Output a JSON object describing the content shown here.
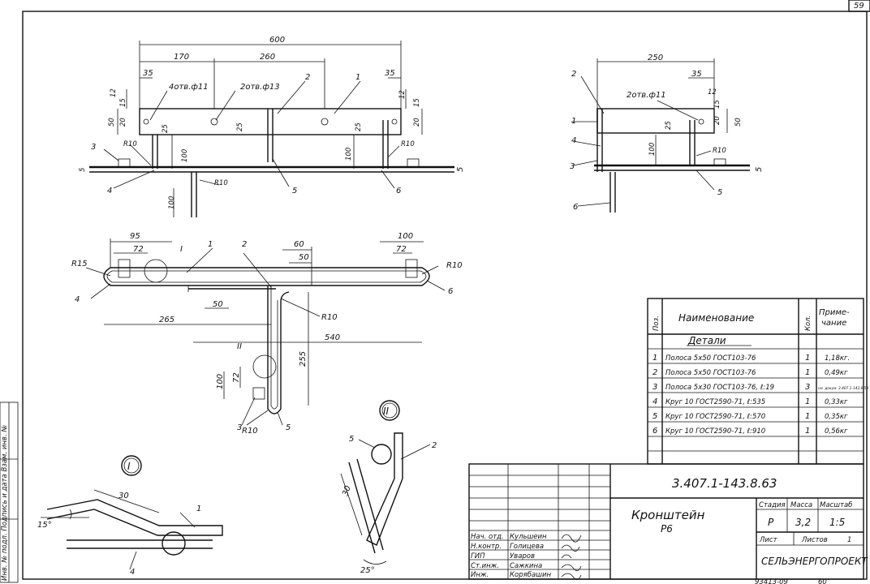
{
  "page_number": "59",
  "bottom_number": "93413-09",
  "bottom_page": "60",
  "side_stamp": "Инв. № подл.   Подпись и дата   Взам. инв. №",
  "top_view_left": {
    "dims": {
      "overall": "600",
      "left_span": "170",
      "mid_span": "260",
      "end_left": "35",
      "end_right": "35",
      "h12l": "12",
      "h15l": "15",
      "h50": "50",
      "h20l": "20",
      "h25a": "25",
      "h100": "100",
      "h25b": "25",
      "h25c": "25",
      "h100r": "100",
      "h12r": "12",
      "h15r": "15",
      "h20r": "20",
      "h5": "5",
      "h100low": "100"
    },
    "holes_a": "4отв.ф11",
    "holes_b": "2отв.ф13",
    "radii": {
      "r10a": "R10",
      "r10b": "R10",
      "r10c": "R10"
    },
    "callouts": [
      "1",
      "2",
      "3",
      "4",
      "5",
      "6"
    ],
    "section_mark": "5"
  },
  "top_view_right": {
    "dims": {
      "overall": "250",
      "end": "35",
      "h12": "12",
      "h15": "15",
      "h20": "20",
      "h50": "50",
      "h25": "25",
      "h100": "100",
      "h5": "5"
    },
    "holes": "2отв.ф11",
    "radius": "R10",
    "callouts": [
      "1",
      "2",
      "3",
      "4",
      "5",
      "6"
    ],
    "section_mark": "5"
  },
  "plan_view": {
    "dims": {
      "d95": "95",
      "d72a": "72",
      "d100": "100",
      "d72b": "72",
      "d60": "60",
      "d50a": "50",
      "d50b": "50",
      "d265": "265",
      "d540": "540",
      "d255": "255",
      "d100v": "100",
      "d72v": "72"
    },
    "radii": {
      "r15": "R15",
      "r10a": "R10",
      "r10b": "R10",
      "r10c": "R10"
    },
    "detail_marks": [
      "I",
      "II"
    ],
    "callouts": [
      "1",
      "2",
      "3",
      "4",
      "5",
      "6"
    ]
  },
  "detail_1": {
    "mark": "I",
    "len": "30",
    "angle": "15°",
    "callouts": [
      "1",
      "4"
    ]
  },
  "detail_2": {
    "mark": "II",
    "len": "30",
    "angle": "25°",
    "callouts": [
      "5",
      "2"
    ]
  },
  "spec_table": {
    "headers": {
      "pos": "Поз.",
      "name": "Наименование",
      "qty": "Кол.",
      "note": "Приме-\nчание"
    },
    "section": "Детали",
    "rows": [
      {
        "pos": "1",
        "name": "Полоса 5х50 ГОСТ103-76",
        "qty": "1",
        "note": "1,18кг."
      },
      {
        "pos": "2",
        "name": "Полоса 5х50 ГОСТ103-76",
        "qty": "1",
        "note": "0,49кг"
      },
      {
        "pos": "3",
        "name": "Полоса 5х30 ГОСТ103-76, ℓ:19",
        "qty": "3",
        "note": "см. докум. 3.407.1-143.8.59"
      },
      {
        "pos": "4",
        "name": "Круг 10 ГОСТ2590-71, ℓ:535",
        "qty": "1",
        "note": "0,33кг"
      },
      {
        "pos": "5",
        "name": "Круг 10 ГОСТ2590-71, ℓ:570",
        "qty": "1",
        "note": "0,35кг"
      },
      {
        "pos": "6",
        "name": "Круг 10 ГОСТ2590-71, ℓ:910",
        "qty": "1",
        "note": "0,56кг"
      }
    ]
  },
  "title_block": {
    "doc_code": "3.407.1-143.8.63",
    "title": "Кронштейн",
    "subtitle": "Р6",
    "stage_h": "Стадия",
    "mass_h": "Масса",
    "scale_h": "Масштаб",
    "stage": "Р",
    "mass": "3,2",
    "scale": "1:5",
    "sheet_h": "Лист",
    "sheets_h": "Листов",
    "sheets": "1",
    "org": "СЕЛЬЭНЕРГОПРОЕКТ",
    "roles": [
      {
        "role": "Нач. отд.",
        "name": "Кульшеин"
      },
      {
        "role": "Н.контр.",
        "name": "Голицева"
      },
      {
        "role": "ГИП",
        "name": "Уваров"
      },
      {
        "role": "Ст.инж.",
        "name": "Сажкина"
      },
      {
        "role": "Инж.",
        "name": "Корябашин"
      }
    ]
  }
}
